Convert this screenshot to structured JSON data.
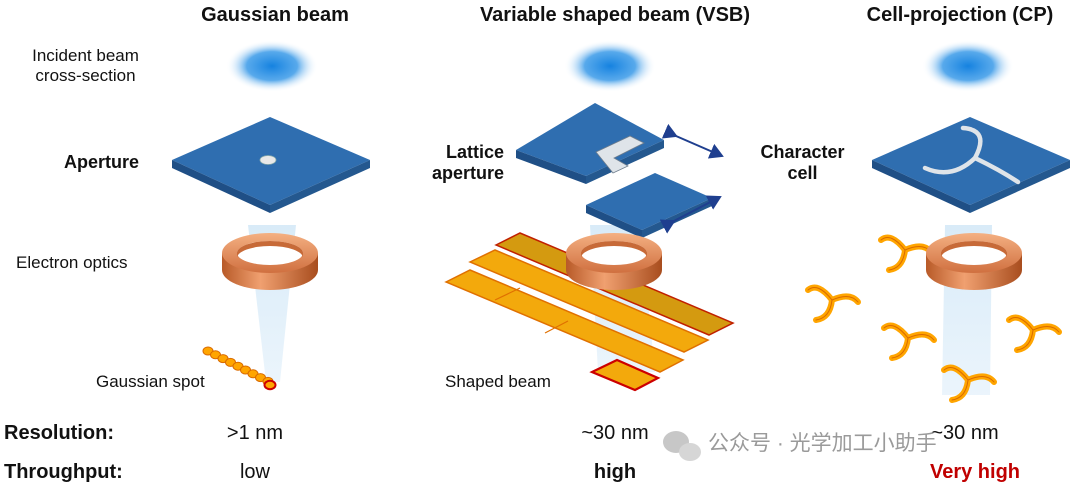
{
  "columns": [
    {
      "title": "Gaussian beam",
      "resolution": ">1 nm",
      "throughput": "low"
    },
    {
      "title": "Variable shaped beam (VSB)",
      "resolution": "~30 nm",
      "throughput": "high"
    },
    {
      "title": "Cell-projection (CP)",
      "resolution": "~30 nm",
      "throughput": "Very high"
    }
  ],
  "row_labels": {
    "incident_beam": "Incident beam\ncross-section",
    "aperture": "Aperture",
    "electron_optics": "Electron optics",
    "resolution": "Resolution:",
    "throughput": "Throughput:"
  },
  "labels": {
    "gaussian_spot": "Gaussian spot",
    "lattice_aperture": "Lattice\naperture",
    "shaped_beam": "Shaped beam",
    "character_cell": "Character\ncell"
  },
  "watermark": "公众号 · 光学加工小助手",
  "colors": {
    "beam": "#1a86d6",
    "aperture_top": "#2f6eb0",
    "aperture_side": "#1f4f86",
    "ring": "#d9804a",
    "orange_fill": "#ffa500",
    "orange_stroke": "#d96a00",
    "red_edge": "#cc0000",
    "very_high": "#c00000",
    "arrow": "#1f3f8f"
  }
}
